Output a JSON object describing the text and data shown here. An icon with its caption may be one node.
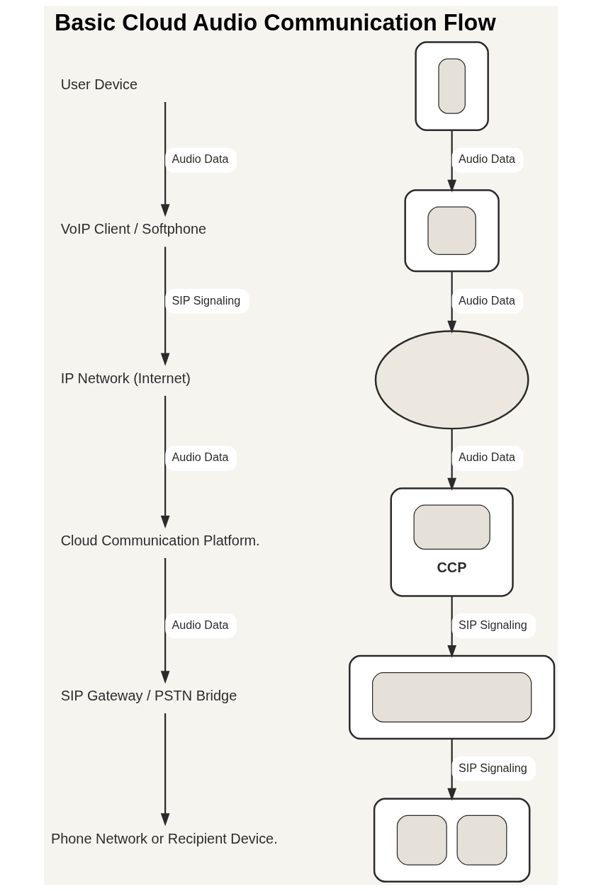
{
  "diagram": {
    "title": "Basic Cloud Audio Communication Flow",
    "nodes": [
      {
        "text": [
          "User Device"
        ]
      },
      {
        "text": [],
        "shape": "picture"
      },
      {
        "text": [
          "VoIP Client / Softphone"
        ]
      },
      {
        "text": [],
        "shape": "picture"
      },
      {
        "text": [
          "IP Network (Internet)"
        ]
      },
      {
        "text": [],
        "shape": "cloud"
      },
      {
        "text": [
          "Cloud Communication Platform."
        ]
      },
      {
        "text": [
          "CCP"
        ]
      },
      {
        "text": [
          "SIP Gateway / PSTN Bridge"
        ]
      },
      {
        "text": [],
        "shape": "picture"
      },
      {
        "text": [
          "Phone Network or Recipient Device."
        ]
      },
      {
        "text": [],
        "shape": "picture"
      }
    ],
    "edges": [
      {
        "from": 0,
        "to": 2,
        "arrow": "to",
        "label": "Audio Data"
      },
      {
        "from": 1,
        "to": 3,
        "arrow": "to",
        "label": "Audio Data"
      },
      {
        "from": 2,
        "to": 4,
        "arrow": "to",
        "label": "SIP Signaling"
      },
      {
        "from": 3,
        "to": 5,
        "arrow": "to",
        "label": "Audio Data"
      },
      {
        "from": 4,
        "to": 6,
        "arrow": "to",
        "label": "Audio Data"
      },
      {
        "from": 5,
        "to": 7,
        "arrow": "to",
        "label": "Audio Data"
      },
      {
        "from": 6,
        "to": 8,
        "arrow": "to",
        "label": "Audio Data"
      },
      {
        "from": 7,
        "to": 9,
        "arrow": "to",
        "label": "SIP Signaling"
      },
      {
        "from": 8,
        "to": 10,
        "arrow": "to"
      },
      {
        "from": 9,
        "to": 11,
        "arrow": "to",
        "label": "SIP Signaling"
      }
    ]
  }
}
